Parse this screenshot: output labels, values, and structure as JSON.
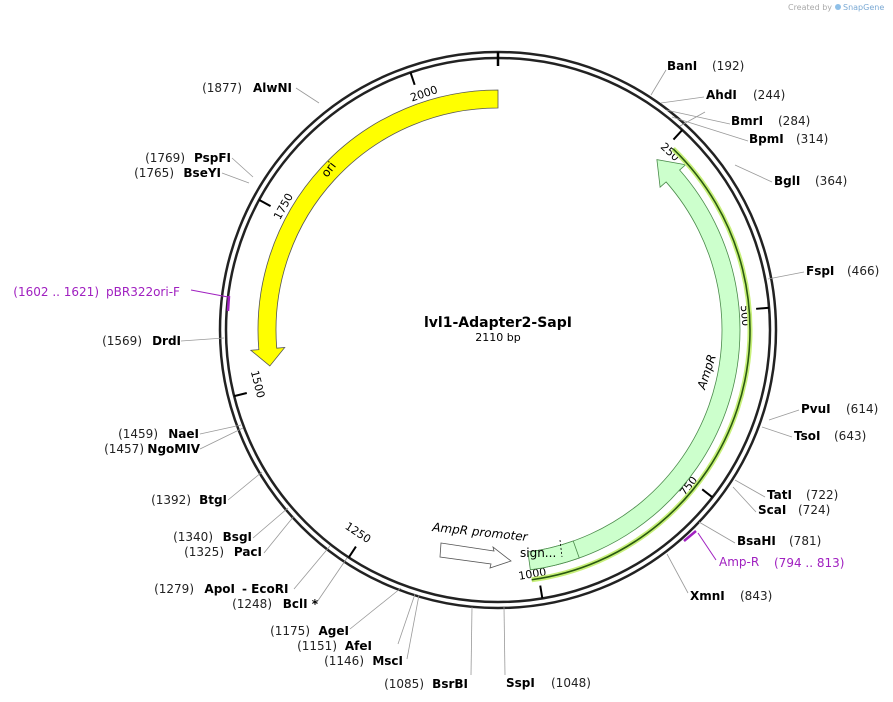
{
  "credit": {
    "prefix": "Created by",
    "brand": "SnapGene"
  },
  "plasmid": {
    "name": "lvl1-Adapter2-SapI",
    "length_label": "2110 bp",
    "length": 2110
  },
  "ticks": [
    {
      "bp": 250,
      "label": "250"
    },
    {
      "bp": 500,
      "label": "500"
    },
    {
      "bp": 750,
      "label": "750"
    },
    {
      "bp": 1000,
      "label": "1000"
    },
    {
      "bp": 1250,
      "label": "1250"
    },
    {
      "bp": 1500,
      "label": "1500"
    },
    {
      "bp": 1750,
      "label": "1750"
    },
    {
      "bp": 2000,
      "label": "2000"
    }
  ],
  "features": [
    {
      "id": "ori",
      "label": "ori",
      "color": "#ffff00"
    },
    {
      "id": "ampr",
      "label": "AmpR",
      "color": "#ccffcc"
    },
    {
      "id": "ampr-promoter",
      "label": "AmpR promoter",
      "color": "#ffffff"
    },
    {
      "id": "sign",
      "label": "sign...",
      "color": "#ccffcc"
    }
  ],
  "primers": [
    {
      "id": "amp-r",
      "name": "Amp-R",
      "range": "(794 .. 813)",
      "color": "#a020c0"
    },
    {
      "id": "pbr322ori-f",
      "name": "pBR322ori-F",
      "range": "(1602 .. 1621)",
      "color": "#a020c0"
    }
  ],
  "enzymes": [
    {
      "name": "BanI",
      "pos": "(192)"
    },
    {
      "name": "AhdI",
      "pos": "(244)"
    },
    {
      "name": "BmrI",
      "pos": "(284)"
    },
    {
      "name": "BpmI",
      "pos": "(314)"
    },
    {
      "name": "BglI",
      "pos": "(364)"
    },
    {
      "name": "FspI",
      "pos": "(466)"
    },
    {
      "name": "PvuI",
      "pos": "(614)"
    },
    {
      "name": "TsoI",
      "pos": "(643)"
    },
    {
      "name": "TatI",
      "pos": "(722)"
    },
    {
      "name": "ScaI",
      "pos": "(724)"
    },
    {
      "name": "BsaHI",
      "pos": "(781)"
    },
    {
      "name": "XmnI",
      "pos": "(843)"
    },
    {
      "name": "SspI",
      "pos": "(1048)"
    },
    {
      "name": "BsrBI",
      "pos": "(1085)"
    },
    {
      "name": "MscI",
      "pos": "(1146)"
    },
    {
      "name": "AfeI",
      "pos": "(1151)"
    },
    {
      "name": "AgeI",
      "pos": "(1175)"
    },
    {
      "name": "BclI *",
      "pos": "(1248)"
    },
    {
      "name": "ApoI",
      "pos": "(1279)",
      "extra": "-  EcoRI"
    },
    {
      "name": "PacI",
      "pos": "(1325)"
    },
    {
      "name": "BsgI",
      "pos": "(1340)"
    },
    {
      "name": "BtgI",
      "pos": "(1392)"
    },
    {
      "name": "NgoMIV",
      "pos": "(1457)"
    },
    {
      "name": "NaeI",
      "pos": "(1459)"
    },
    {
      "name": "DrdI",
      "pos": "(1569)"
    },
    {
      "name": "BseYI",
      "pos": "(1765)"
    },
    {
      "name": "PspFI",
      "pos": "(1769)"
    },
    {
      "name": "AlwNI",
      "pos": "(1877)"
    }
  ]
}
